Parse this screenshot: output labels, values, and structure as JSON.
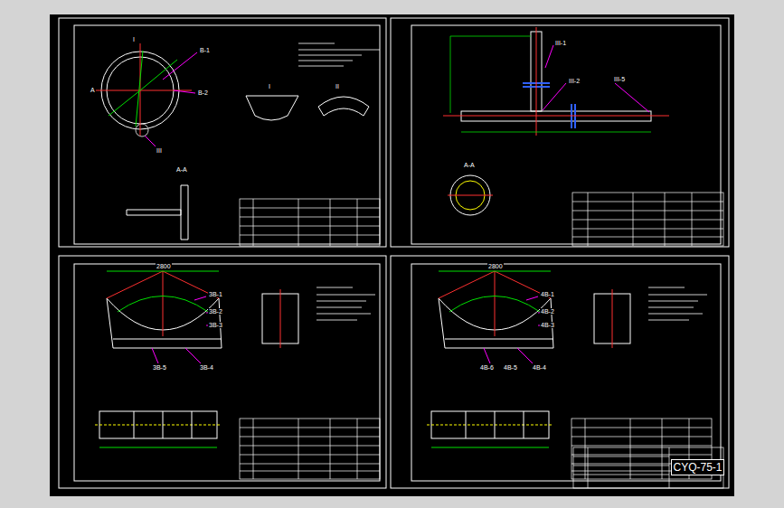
{
  "diagram": {
    "nodes": [
      {
        "text": [
          "CYQ-75-1"
        ]
      }
    ],
    "labels": [
      "I",
      "B-1",
      "B-2",
      "III",
      "A",
      "I",
      "II",
      "A-A",
      "A-A",
      "III-1",
      "III-2",
      "III-5",
      "3B-1",
      "3B-2",
      "3B-3",
      "3B-5",
      "3B-4",
      "4B-1",
      "4B-2",
      "4B-3",
      "4B-6",
      "4B-5",
      "4B-4",
      "2800",
      "2800"
    ]
  }
}
